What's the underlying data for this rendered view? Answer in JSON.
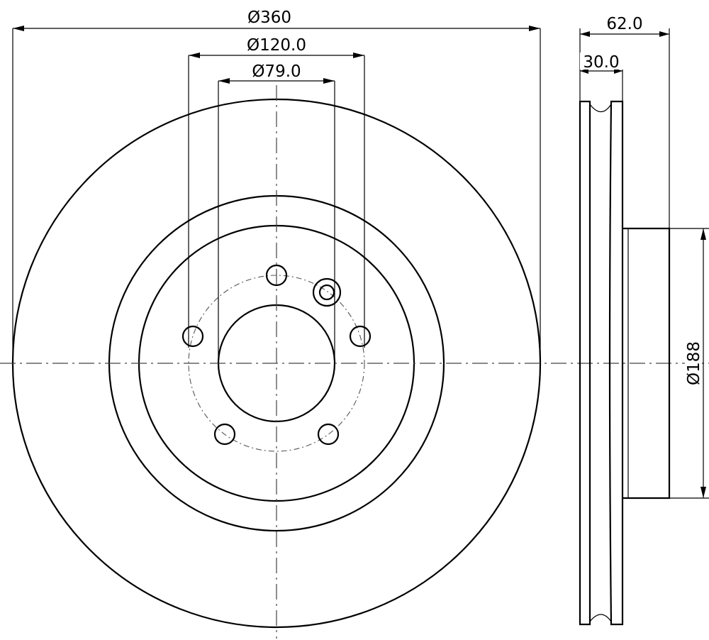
{
  "dimensions": {
    "outer_diameter": "Ø360",
    "bolt_circle": "Ø120.0",
    "center_bore": "Ø79.0",
    "total_height": "62.0",
    "disc_thickness": "30.0",
    "hat_diameter": "Ø188"
  },
  "colors": {
    "line": "#000000",
    "background": "#ffffff"
  }
}
